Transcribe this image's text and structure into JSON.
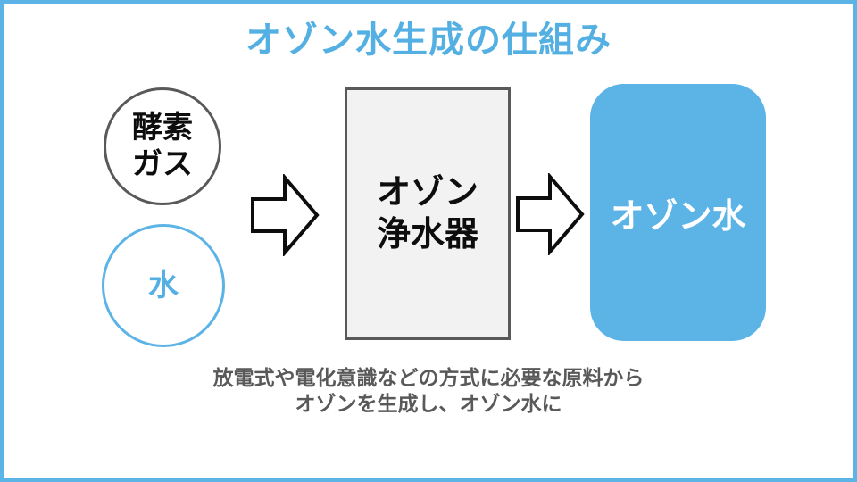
{
  "slide": {
    "title": "オゾン水生成の仕組み"
  },
  "colors": {
    "accent_blue": "#5BB3E6",
    "title_blue": "#54B0E2",
    "dark_gray": "#595959",
    "process_box_fill": "#F2F2F2",
    "text_black": "#0d0d0d",
    "output_text_white": "#ffffff"
  },
  "diagram": {
    "gas_circle": {
      "line1": "酵素",
      "line2": "ガス"
    },
    "water_circle": {
      "label": "水"
    },
    "purifier_box": {
      "line1": "オゾン",
      "line2": "浄水器"
    },
    "output_box": {
      "label": "オゾン水"
    },
    "arrows": {
      "icon": "block-arrow-right",
      "count": 2
    }
  },
  "caption": {
    "line1": "放電式や電化意識などの方式に必要な原料から",
    "line2": "オゾンを生成し、オゾン水に"
  }
}
